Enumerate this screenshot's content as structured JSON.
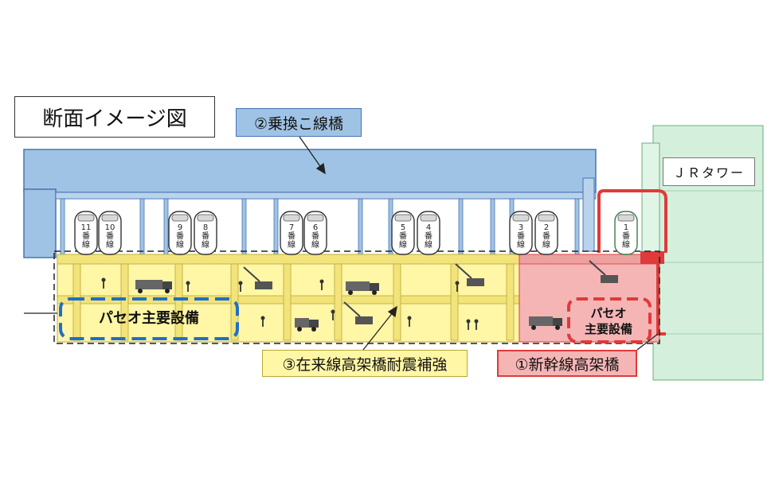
{
  "title": "断面イメージ図",
  "labels": {
    "transfer_bridge": "②乗換こ線橋",
    "jr_tower": "ＪＲタワー",
    "seismic": "③在来線高架橋耐震補強",
    "shinkansen": "①新幹線高架橋",
    "paseo_main": "パセオ主要設備",
    "paseo_main_line1": "パセオ",
    "paseo_main_line2": "主要設備"
  },
  "tracks": [
    {
      "num": "11",
      "c1": "番",
      "c2": "線"
    },
    {
      "num": "10",
      "c1": "番",
      "c2": "線"
    },
    {
      "num": "9",
      "c1": "番",
      "c2": "線"
    },
    {
      "num": "8",
      "c1": "番",
      "c2": "線"
    },
    {
      "num": "7",
      "c1": "番",
      "c2": "線"
    },
    {
      "num": "6",
      "c1": "番",
      "c2": "線"
    },
    {
      "num": "5",
      "c1": "番",
      "c2": "線"
    },
    {
      "num": "4",
      "c1": "番",
      "c2": "線"
    },
    {
      "num": "3",
      "c1": "番",
      "c2": "線"
    },
    {
      "num": "2",
      "c1": "番",
      "c2": "線"
    },
    {
      "num": "1",
      "c1": "番",
      "c2": "線"
    }
  ],
  "colors": {
    "bridge_fill": "#9fc3e4",
    "bridge_stroke": "#4a73b5",
    "viaduct_fill": "#fff6a6",
    "shinkansen_fill": "#f5b5b5",
    "shinkansen_stroke": "#e03a3a",
    "paseo_stroke": "#1e6fc9",
    "tower_fill": "#d4f0dc"
  }
}
